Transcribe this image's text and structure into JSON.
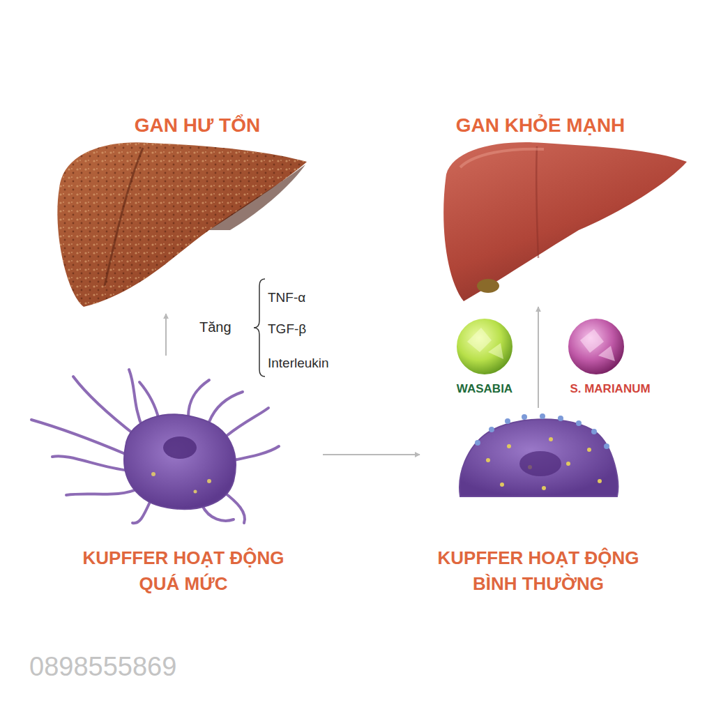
{
  "diagram": {
    "nodes": [
      {
        "text": [
          "GAN HƯ TỔN"
        ]
      },
      {
        "text": [
          "GAN KHỎE MẠNH"
        ]
      },
      {
        "text": [
          "WASABIA"
        ]
      },
      {
        "text": [
          "S. MARIANUM"
        ]
      },
      {
        "text": [
          "KUPFFER HOẠT ĐỘNG QUÁ MỨC"
        ]
      },
      {
        "text": [
          "KUPFFER HOẠT ĐỘNG BÌNH THƯỜNG"
        ]
      }
    ],
    "edges": [
      {
        "from": 4,
        "to": 0,
        "arrow": "to"
      },
      {
        "from": 4,
        "to": 5,
        "arrow": "to"
      },
      {
        "from": 5,
        "to": 1,
        "arrow": "to"
      }
    ],
    "labels": [
      "Tăng",
      "TNF-α",
      "TGF-β",
      "Interleukin",
      "0898555869"
    ]
  }
}
